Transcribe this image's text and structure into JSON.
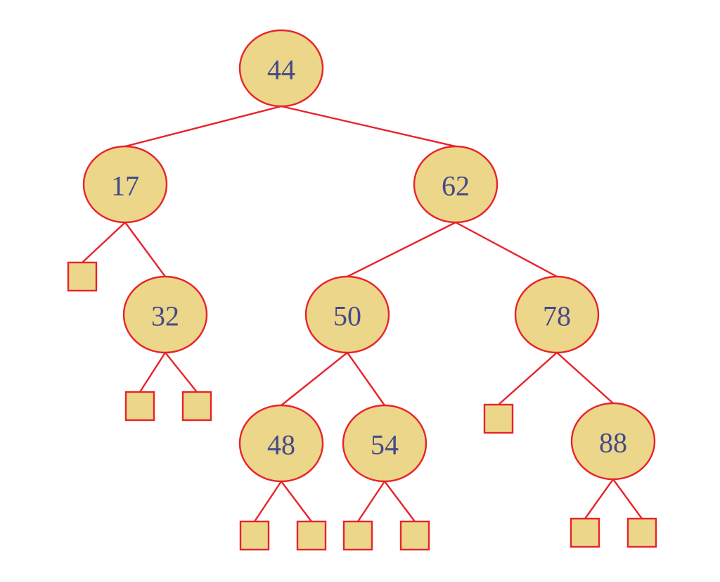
{
  "colors": {
    "edge": "#e8232a",
    "node_fill": "#ecd68a",
    "leaf_fill": "#ecd68a",
    "label": "#434a8a"
  },
  "tree": {
    "nodes": [
      {
        "id": "n44",
        "label": "44"
      },
      {
        "id": "n17",
        "label": "17"
      },
      {
        "id": "n62",
        "label": "62"
      },
      {
        "id": "n32",
        "label": "32"
      },
      {
        "id": "n50",
        "label": "50"
      },
      {
        "id": "n78",
        "label": "78"
      },
      {
        "id": "n48",
        "label": "48"
      },
      {
        "id": "n54",
        "label": "54"
      },
      {
        "id": "n88",
        "label": "88"
      }
    ],
    "leaves": [
      {
        "id": "l17a"
      },
      {
        "id": "l32a"
      },
      {
        "id": "l32b"
      },
      {
        "id": "l48a"
      },
      {
        "id": "l48b"
      },
      {
        "id": "l54a"
      },
      {
        "id": "l54b"
      },
      {
        "id": "l78a"
      },
      {
        "id": "l88a"
      },
      {
        "id": "l88b"
      }
    ],
    "edges": [
      [
        "n44",
        "n17"
      ],
      [
        "n44",
        "n62"
      ],
      [
        "n17",
        "l17a"
      ],
      [
        "n17",
        "n32"
      ],
      [
        "n32",
        "l32a"
      ],
      [
        "n32",
        "l32b"
      ],
      [
        "n62",
        "n50"
      ],
      [
        "n62",
        "n78"
      ],
      [
        "n50",
        "n48"
      ],
      [
        "n50",
        "n54"
      ],
      [
        "n48",
        "l48a"
      ],
      [
        "n48",
        "l48b"
      ],
      [
        "n54",
        "l54a"
      ],
      [
        "n54",
        "l54b"
      ],
      [
        "n78",
        "l78a"
      ],
      [
        "n78",
        "n88"
      ],
      [
        "n88",
        "l88a"
      ],
      [
        "n88",
        "l88b"
      ]
    ]
  }
}
